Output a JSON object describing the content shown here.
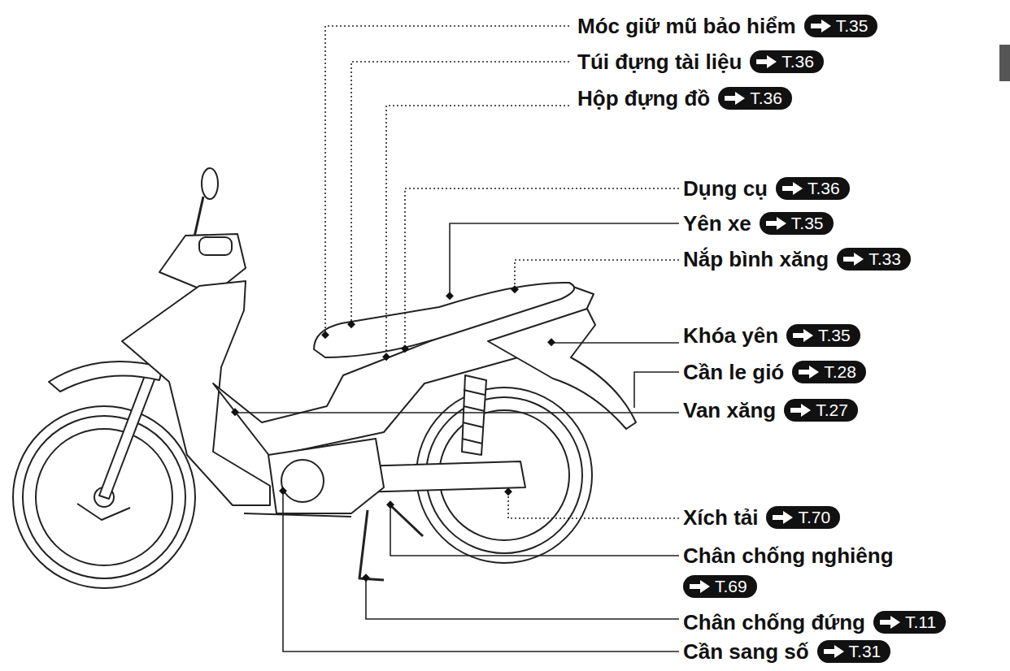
{
  "diagram": {
    "labels": [
      "Móc giữ mũ bảo hiểm",
      "T.35",
      "Túi đựng tài liệu",
      "T.36",
      "Hộp đựng đồ",
      "T.36",
      "Dụng cụ",
      "T.36",
      "Yên xe",
      "T.35",
      "Nắp bình xăng",
      "T.33",
      "Khóa yên",
      "T.35",
      "Cần le gió",
      "T.28",
      "Van xăng",
      "T.27",
      "Xích tải",
      "T.70",
      "Chân chống nghiêng",
      "T.69",
      "Chân chống đứng",
      "T.11",
      "Cần sang số",
      "T.31"
    ]
  }
}
